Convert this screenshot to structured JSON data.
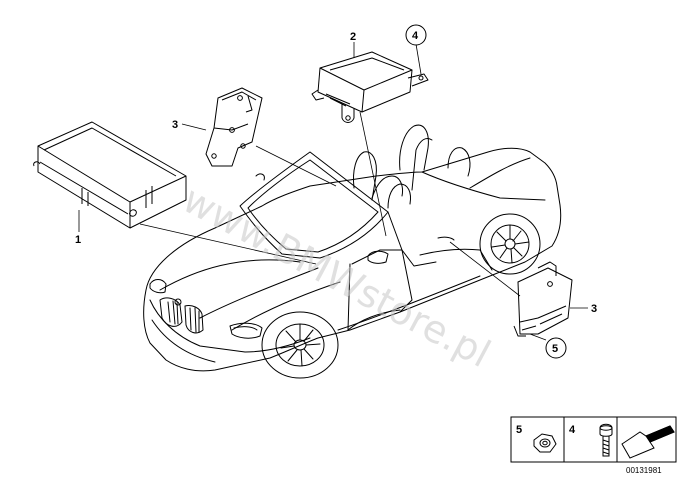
{
  "watermark": "www.BMWstore.pl",
  "callouts": {
    "c1": "1",
    "c2": "2",
    "c3a": "3",
    "c3b": "3",
    "c4": "4",
    "c5": "5"
  },
  "legend": {
    "item5": "5",
    "item4": "4"
  },
  "reference_number": "00131981"
}
